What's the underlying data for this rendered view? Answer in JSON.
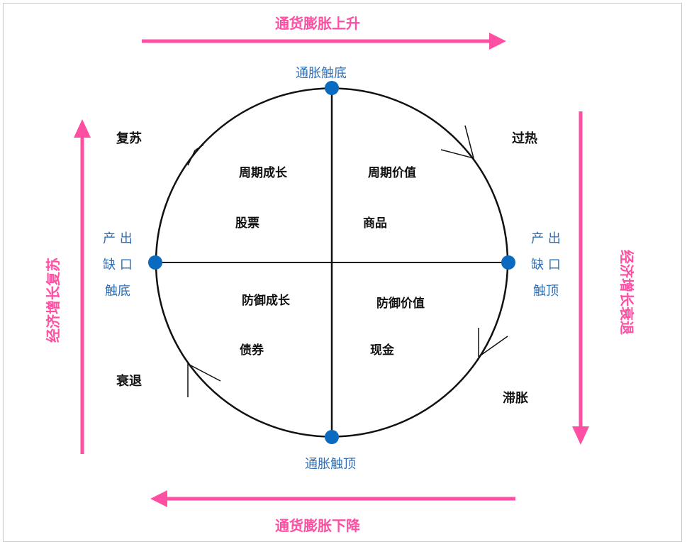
{
  "top_arrow_label": "通货膨胀上升",
  "bottom_arrow_label": "通货膨胀下降",
  "left_arrow_label": "经济增长复苏",
  "right_arrow_label": "经济增长衰退",
  "top_node_label": "通胀触底",
  "bottom_node_label": "通胀触顶",
  "left_node_label": [
    "产 出",
    "缺 口",
    "触底"
  ],
  "right_node_label": [
    "产 出",
    "缺 口",
    "触顶"
  ],
  "phases": {
    "recovery": "复苏",
    "overheat": "过热",
    "stagflation": "滞胀",
    "recession": "衰退"
  },
  "quadrants": {
    "top_left": {
      "title": "周期成长",
      "asset": "股票"
    },
    "top_right": {
      "title": "周期价值",
      "asset": "商品"
    },
    "bottom_left": {
      "title": "防御成长",
      "asset": "债券"
    },
    "bottom_right": {
      "title": "防御价值",
      "asset": "现金"
    }
  },
  "colors": {
    "pink": "#ff4fa3",
    "blue": "#2f6fb6",
    "node": "#0a6ac0"
  }
}
